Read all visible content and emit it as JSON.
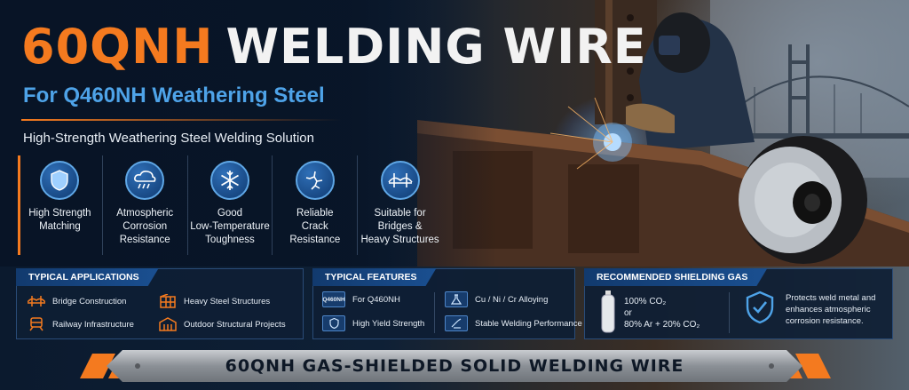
{
  "title": {
    "accent": "60QNH",
    "rest": "WELDING WIRE"
  },
  "subtitle": "For Q460NH Weathering Steel",
  "tagline": "High-Strength Weathering Steel Welding Solution",
  "features": [
    {
      "icon": "shield-icon",
      "lines": [
        "High Strength",
        "Matching"
      ]
    },
    {
      "icon": "cloud-rain-icon",
      "lines": [
        "Atmospheric",
        "Corrosion",
        "Resistance"
      ]
    },
    {
      "icon": "snowflake-icon",
      "lines": [
        "Good",
        "Low-Temperature",
        "Toughness"
      ]
    },
    {
      "icon": "crack-icon",
      "lines": [
        "Reliable",
        "Crack",
        "Resistance"
      ]
    },
    {
      "icon": "bridge-icon",
      "lines": [
        "Suitable for",
        "Bridges &",
        "Heavy Structures"
      ]
    }
  ],
  "applications": {
    "title": "TYPICAL APPLICATIONS",
    "items": [
      {
        "icon": "bridge-icon",
        "label": "Bridge Construction"
      },
      {
        "icon": "steel-structure-icon",
        "label": "Heavy Steel Structures"
      },
      {
        "icon": "train-icon",
        "label": "Railway Infrastructure"
      },
      {
        "icon": "building-icon",
        "label": "Outdoor Structural Projects"
      }
    ]
  },
  "typical_features": {
    "title": "TYPICAL FEATURES",
    "items": [
      {
        "icon": "q460nh-badge",
        "badge": "Q460NH",
        "label": "For Q460NH"
      },
      {
        "icon": "flask-icon",
        "label": "Cu / Ni / Cr Alloying"
      },
      {
        "icon": "shield-icon",
        "label": "High Yield Strength"
      },
      {
        "icon": "welding-torch-icon",
        "label": "Stable Welding Performance"
      }
    ]
  },
  "shielding_gas": {
    "title": "RECOMMENDED SHIELDING GAS",
    "line1": "100% CO₂",
    "line2": "or",
    "line3": "80% Ar + 20% CO₂",
    "note": [
      "Protects weld metal and",
      "enhances atmospheric",
      "corrosion resistance."
    ]
  },
  "banner": "60QNH GAS-SHIELDED SOLID WELDING WIRE",
  "colors": {
    "accent": "#f47a1f",
    "blue": "#4ea3e8",
    "panel": "#0e1e34"
  }
}
